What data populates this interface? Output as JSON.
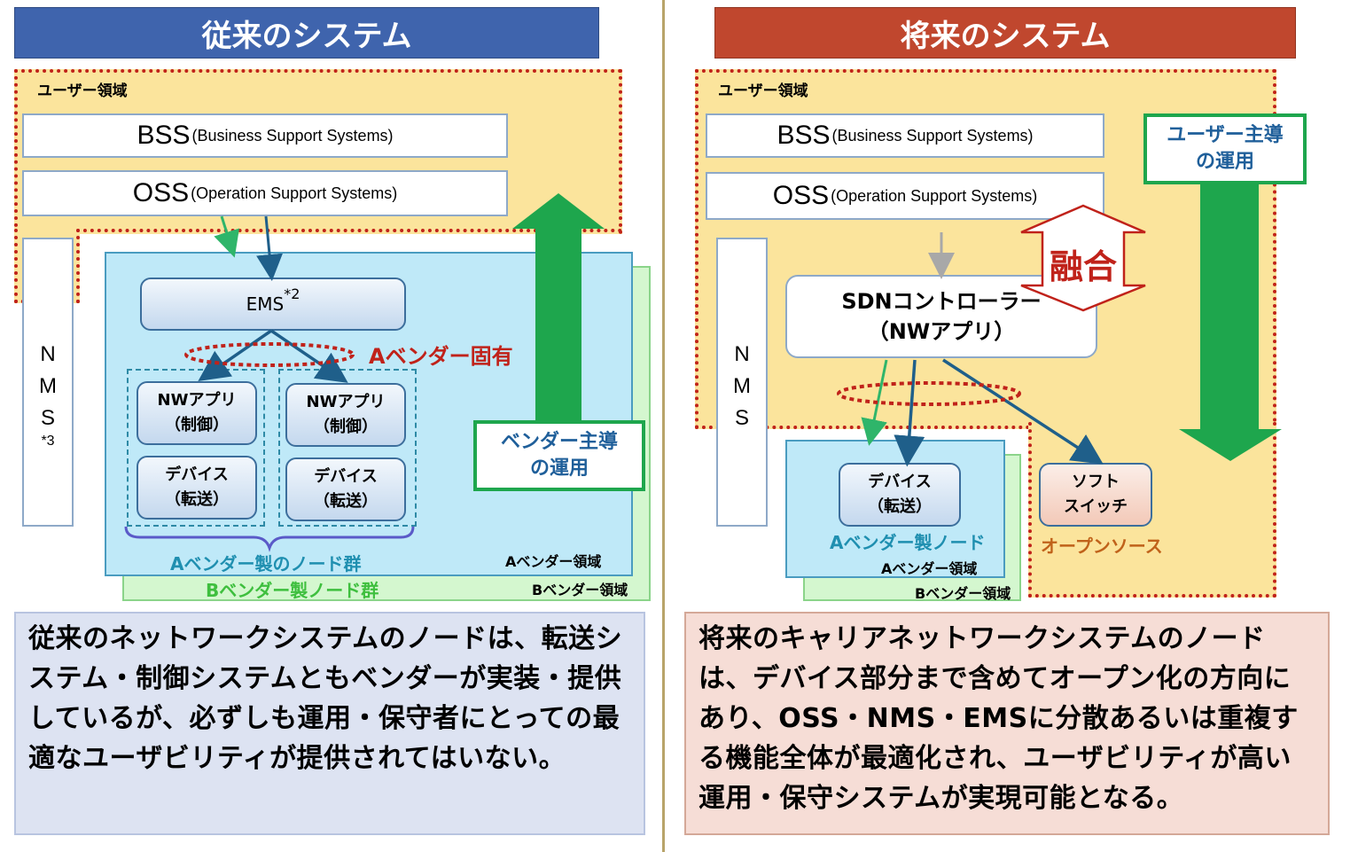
{
  "left": {
    "title": "従来のシステム",
    "user_area": "ユーザー領域",
    "bss_main": "BSS",
    "bss_sub": "(Business Support Systems)",
    "oss_main": "OSS",
    "oss_sub": "(Operation Support Systems)",
    "nms": [
      "N",
      "M",
      "S"
    ],
    "nms_note": "*3",
    "ems": "EMS",
    "ems_note": "*2",
    "vendor_specific": "Aベンダー固有",
    "nodes": [
      {
        "l1": "NWアプリ",
        "l2": "（制御）"
      },
      {
        "l1": "デバイス",
        "l2": "（転送）"
      },
      {
        "l1": "NWアプリ",
        "l2": "（制御）"
      },
      {
        "l1": "デバイス",
        "l2": "（転送）"
      }
    ],
    "vendor_op_l1": "ベンダー主導",
    "vendor_op_l2": "の運用",
    "a_node_group": "Aベンダー製のノード群",
    "a_area": "Aベンダー領域",
    "b_node_group": "Bベンダー製ノード群",
    "b_area": "Bベンダー領域",
    "caption": "従来のネットワークシステムのノードは、転送システム・制御システムともベンダーが実装・提供しているが、必ずしも運用・保守者にとっての最適なユーザビリティが提供されてはいない。"
  },
  "right": {
    "title": "将来のシステム",
    "user_area": "ユーザー領域",
    "bss_main": "BSS",
    "bss_sub": "(Business Support Systems)",
    "oss_main": "OSS",
    "oss_sub": "(Operation Support Systems)",
    "nms": [
      "N",
      "M",
      "S"
    ],
    "fusion": "融合",
    "sdn_l1": "SDNコントローラー",
    "sdn_l2": "（NWアプリ）",
    "user_op_l1": "ユーザー主導",
    "user_op_l2": "の運用",
    "device_l1": "デバイス",
    "device_l2": "（転送）",
    "a_node": "Aベンダー製ノード",
    "a_area": "Aベンダー領域",
    "b_area": "Bベンダー領域",
    "soft_l1": "ソフト",
    "soft_l2": "スイッチ",
    "open_source": "オープンソース",
    "caption": "将来のキャリアネットワークシステムのノードは、デバイス部分まで含めてオープン化の方向にあり、OSS・NMS・EMSに分散あるいは重複する機能全体が最適化され、ユーザビリティが高い運用・保守システムが実現可能となる。"
  },
  "colors": {
    "left_title_bg": "#3f64ad",
    "right_title_bg": "#c0472e",
    "user_region": "#fbe49c",
    "dotted_border": "#c0221a",
    "a_region": "#bfe9f8",
    "b_region": "#d4f7cf",
    "green_arrow": "#1ea64d",
    "arrow_blue": "#1f5f8a",
    "vendor_text": "#c0221a",
    "a_text": "#1f8fb0",
    "b_text": "#3ebf3e",
    "open_text": "#c0621a",
    "left_caption_bg": "#dde3f2",
    "right_caption_bg": "#f6ddd6"
  }
}
